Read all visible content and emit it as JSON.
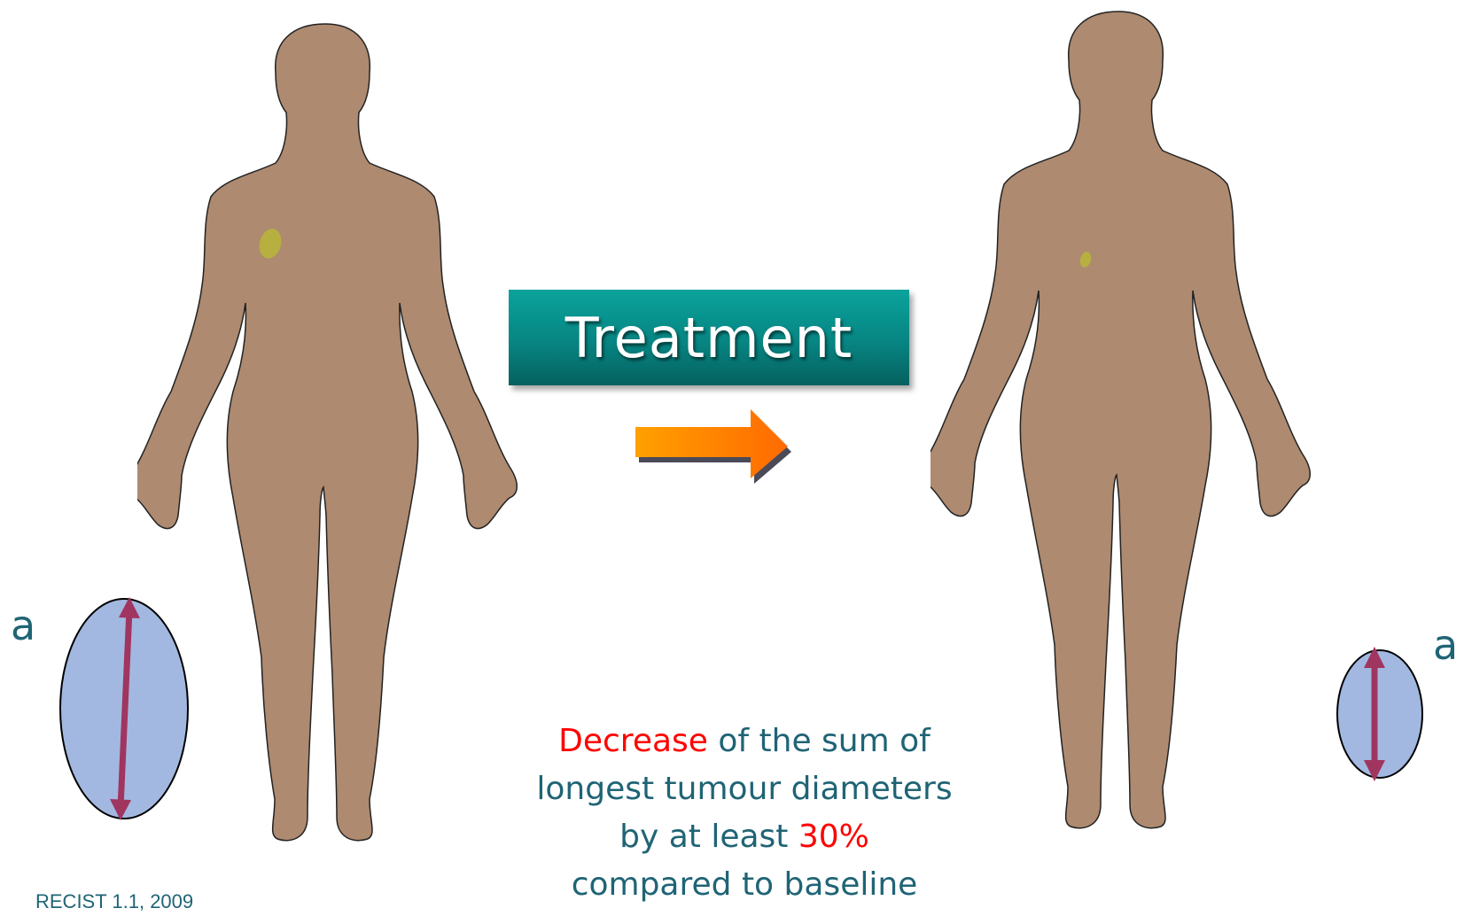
{
  "treatment_label": "Treatment",
  "tumour_label_before": "a",
  "tumour_label_after": "a",
  "caption": {
    "line1_highlight": "Decrease",
    "line1_rest": " of the sum of",
    "line2": "longest tumour diameters",
    "line3_prefix": "by at least ",
    "line3_highlight": "30%",
    "line4": "compared to baseline"
  },
  "citation": "RECIST 1.1, 2009",
  "colors": {
    "skin": "#ad8a70",
    "tumour_spot": "#b7b040",
    "ellipse_fill": "#a3b8e0",
    "measure_arrow": "#a0355f",
    "text_teal": "#1f6475",
    "highlight_red": "#ff0000",
    "arrow_orange": "#ff8c00"
  }
}
